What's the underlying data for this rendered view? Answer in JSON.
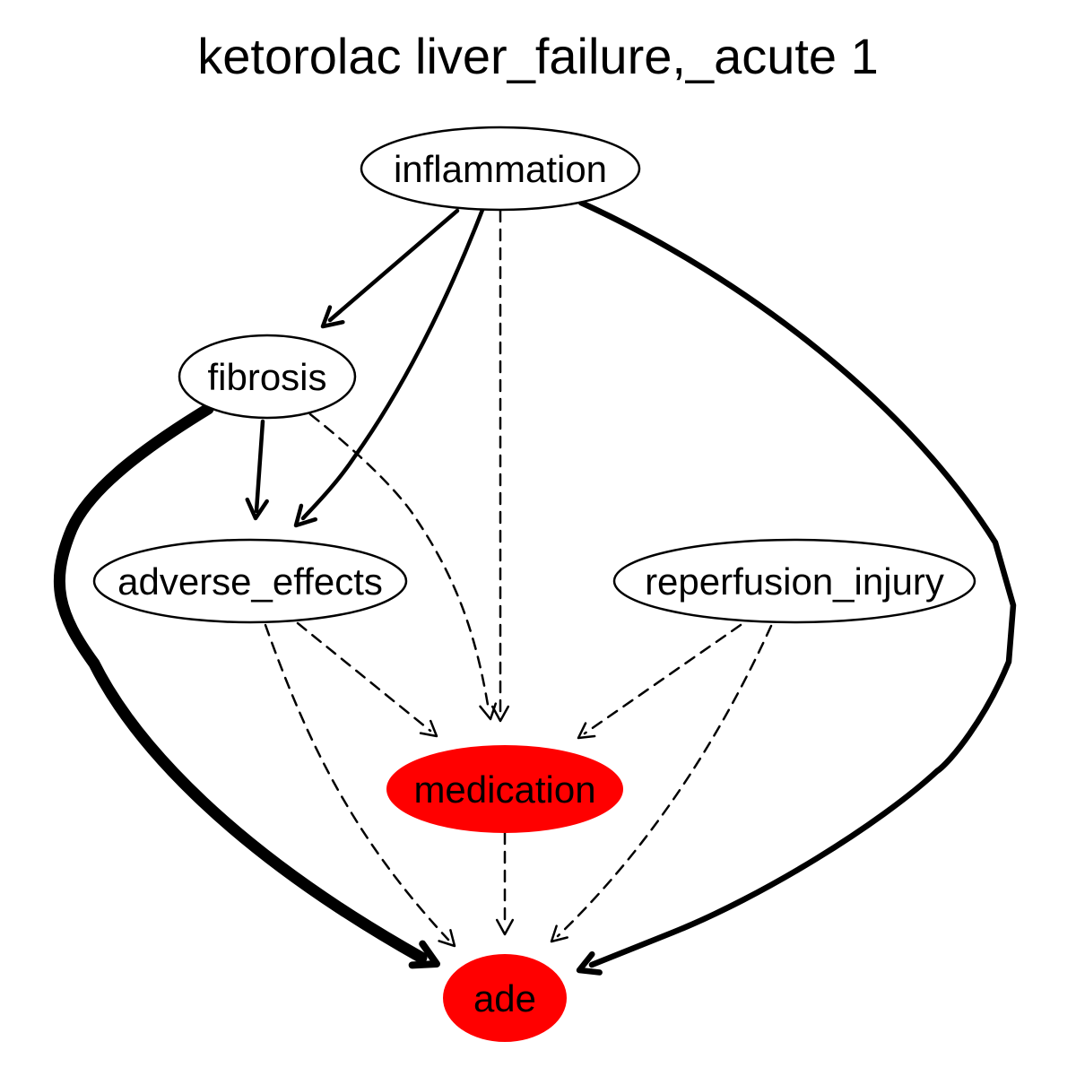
{
  "diagram": {
    "title": "ketorolac liver_failure,_acute 1",
    "colors": {
      "highlight_fill": "#ff0000",
      "default_fill": "#ffffff",
      "stroke": "#000000"
    },
    "nodes": [
      {
        "id": "inflammation",
        "label": "inflammation",
        "highlighted": false
      },
      {
        "id": "fibrosis",
        "label": "fibrosis",
        "highlighted": false
      },
      {
        "id": "adverse_effects",
        "label": "adverse_effects",
        "highlighted": false
      },
      {
        "id": "reperfusion_injury",
        "label": "reperfusion_injury",
        "highlighted": false
      },
      {
        "id": "medication",
        "label": "medication",
        "highlighted": true
      },
      {
        "id": "ade",
        "label": "ade",
        "highlighted": true
      }
    ],
    "edges": [
      {
        "from": "inflammation",
        "to": "fibrosis",
        "style": "solid"
      },
      {
        "from": "inflammation",
        "to": "adverse_effects",
        "style": "solid"
      },
      {
        "from": "inflammation",
        "to": "medication",
        "style": "dashed"
      },
      {
        "from": "inflammation",
        "to": "ade",
        "style": "solid"
      },
      {
        "from": "fibrosis",
        "to": "adverse_effects",
        "style": "solid"
      },
      {
        "from": "fibrosis",
        "to": "medication",
        "style": "dashed"
      },
      {
        "from": "fibrosis",
        "to": "ade",
        "style": "solid"
      },
      {
        "from": "adverse_effects",
        "to": "medication",
        "style": "dashed"
      },
      {
        "from": "adverse_effects",
        "to": "ade",
        "style": "dashed"
      },
      {
        "from": "reperfusion_injury",
        "to": "medication",
        "style": "dashed"
      },
      {
        "from": "reperfusion_injury",
        "to": "ade",
        "style": "dashed"
      },
      {
        "from": "medication",
        "to": "ade",
        "style": "dashed"
      }
    ]
  }
}
